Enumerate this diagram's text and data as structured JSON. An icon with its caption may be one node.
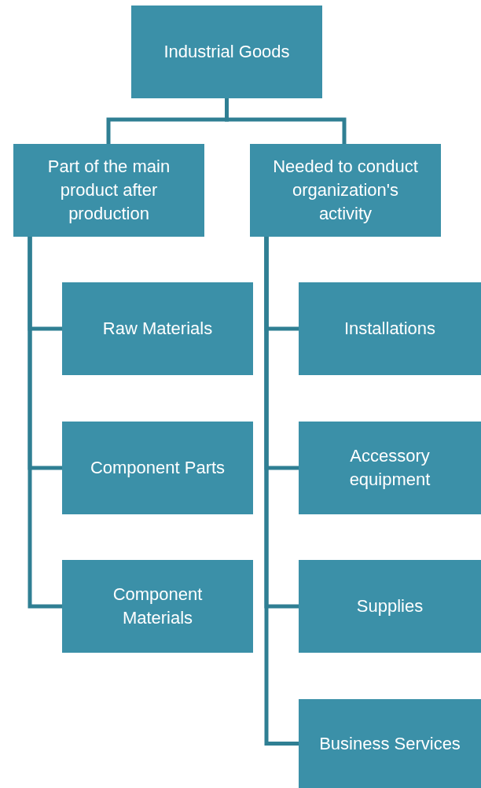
{
  "diagram": {
    "nodes": [
      {
        "text": [
          "Industrial Goods"
        ]
      },
      {
        "text": [
          "Part of the main product after production"
        ]
      },
      {
        "text": [
          "Needed to conduct organization's activity"
        ]
      },
      {
        "text": [
          "Raw Materials"
        ]
      },
      {
        "text": [
          "Component Parts"
        ]
      },
      {
        "text": [
          "Component Materials"
        ]
      },
      {
        "text": [
          "Installations"
        ]
      },
      {
        "text": [
          "Accessory equipment"
        ]
      },
      {
        "text": [
          "Supplies"
        ]
      },
      {
        "text": [
          "Business Services"
        ]
      }
    ],
    "edges": [
      {
        "from": 0,
        "to": 1,
        "arrow": "none"
      },
      {
        "from": 0,
        "to": 2,
        "arrow": "none"
      },
      {
        "from": 1,
        "to": 3,
        "arrow": "none"
      },
      {
        "from": 1,
        "to": 4,
        "arrow": "none"
      },
      {
        "from": 1,
        "to": 5,
        "arrow": "none"
      },
      {
        "from": 2,
        "to": 6,
        "arrow": "none"
      },
      {
        "from": 2,
        "to": 7,
        "arrow": "none"
      },
      {
        "from": 2,
        "to": 8,
        "arrow": "none"
      },
      {
        "from": 2,
        "to": 9,
        "arrow": "none"
      }
    ]
  }
}
